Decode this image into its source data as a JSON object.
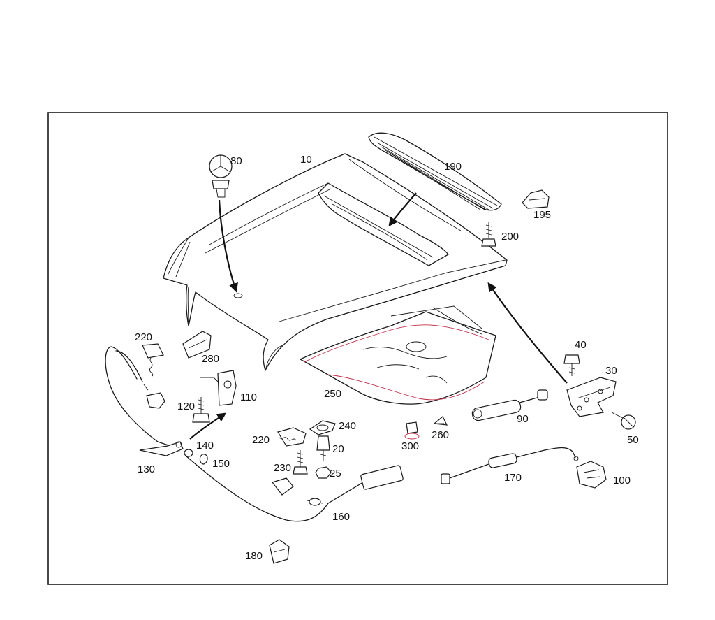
{
  "diagram": {
    "labels": {
      "p10": "10",
      "p20": "20",
      "p25": "25",
      "p30": "30",
      "p40": "40",
      "p50": "50",
      "p80": "80",
      "p90": "90",
      "p100": "100",
      "p110": "110",
      "p120": "120",
      "p130": "130",
      "p140": "140",
      "p150": "150",
      "p160": "160",
      "p170": "170",
      "p180": "180",
      "p190": "190",
      "p195": "195",
      "p200": "200",
      "p220a": "220",
      "p220b": "220",
      "p230": "230",
      "p240": "240",
      "p250": "250",
      "p260": "260",
      "p280": "280",
      "p300": "300"
    },
    "colors": {
      "line": "#1a1a1a",
      "accent": "#c0304a",
      "frame": "#1a1a1a"
    }
  }
}
